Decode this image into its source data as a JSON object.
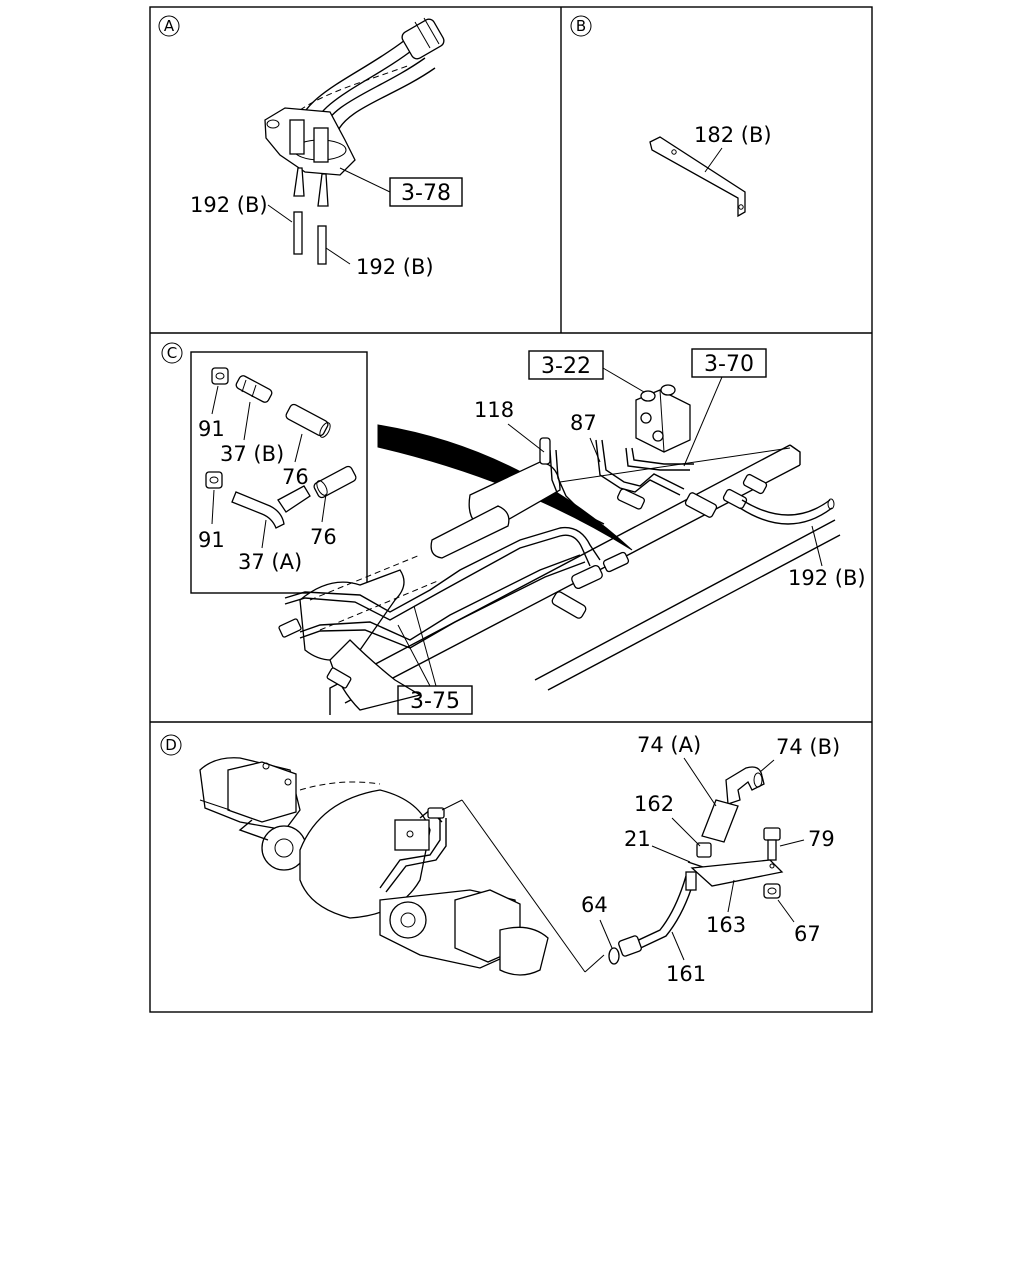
{
  "sections": {
    "a": {
      "marker": "A"
    },
    "b": {
      "marker": "B"
    },
    "c": {
      "marker": "C"
    },
    "d": {
      "marker": "D"
    }
  },
  "labels": {
    "a_192b_left": "192 (B)",
    "a_192b_right": "192 (B)",
    "b_182b": "182 (B)",
    "c_91_top": "91",
    "c_37b": "37 (B)",
    "c_76_top": "76",
    "c_91_bottom": "91",
    "c_37a": "37 (A)",
    "c_76_bottom": "76",
    "c_118": "118",
    "c_87": "87",
    "c_192b": "192 (B)",
    "d_74a": "74 (A)",
    "d_74b": "74 (B)",
    "d_162": "162",
    "d_21": "21",
    "d_79": "79",
    "d_64": "64",
    "d_163": "163",
    "d_67": "67",
    "d_161": "161"
  },
  "refs": {
    "a_3_78": "3-78",
    "c_3_22": "3-22",
    "c_3_70": "3-70",
    "c_3_75": "3-75"
  }
}
